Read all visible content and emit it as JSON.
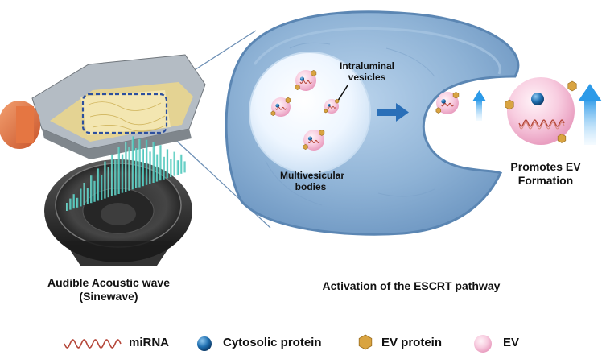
{
  "labels": {
    "intraluminal_vesicles": "Intraluminal vesicles",
    "multivesicular_bodies": "Multivesicular bodies",
    "promotes_ev_formation": "Promotes EV Formation",
    "acoustic_wave_line1": "Audible Acoustic wave",
    "acoustic_wave_line2": "(Sinewave)",
    "escrt_pathway": "Activation of the ESCRT pathway"
  },
  "legend": {
    "mirna": "miRNA",
    "cytosolic_protein": "Cytosolic protein",
    "ev_protein": "EV protein",
    "ev": "EV"
  },
  "colors": {
    "cell": "#8fb3d6",
    "cell_edge": "#5b86b3",
    "ev_pink": "#f6bfd8",
    "cytosolic_blue": "#1f6fb0",
    "ev_protein_gold": "#d9a441",
    "mirna_red": "#b5473a",
    "arrow_blue": "#2a6fb8",
    "arrow_cyan": "#3aa6ea",
    "transducer_orange": "#e57642"
  }
}
